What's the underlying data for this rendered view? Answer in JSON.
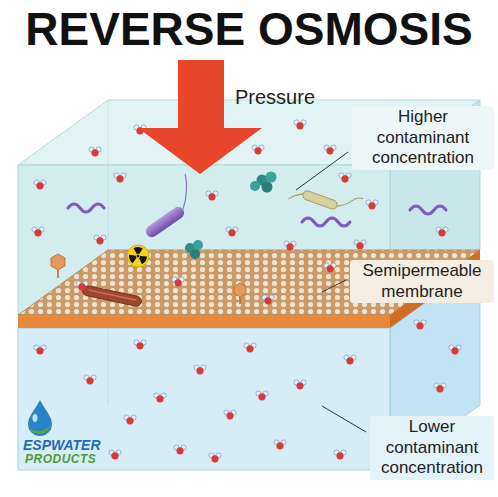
{
  "diagram": {
    "title": "REVERSE OSMOSIS",
    "labels": [
      "Pressure",
      "Higher contaminant concentration",
      "Semipermeable membrane",
      "Lower contaminant concentration",
      "ESPWATER",
      "PRODUCTS"
    ]
  }
}
